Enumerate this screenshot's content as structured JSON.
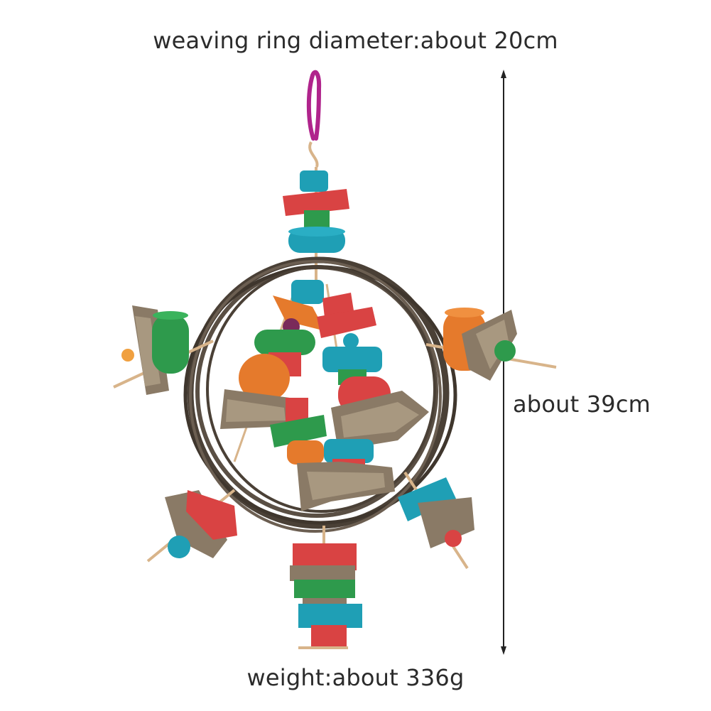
{
  "captions": {
    "diameter": "weaving ring diameter:about 20cm",
    "height": "about 39cm",
    "weight": "weight:about 336g"
  },
  "colors": {
    "background": "#ffffff",
    "text": "#2b2b2b",
    "vine": "#4a4036",
    "vine_light": "#6b5e51",
    "red": "#d94343",
    "teal": "#1f9fb5",
    "green": "#2e9a4c",
    "orange": "#e57a2c",
    "magenta": "#b0248c",
    "bark": "#8a7a66",
    "leather": "#d8b48a"
  }
}
